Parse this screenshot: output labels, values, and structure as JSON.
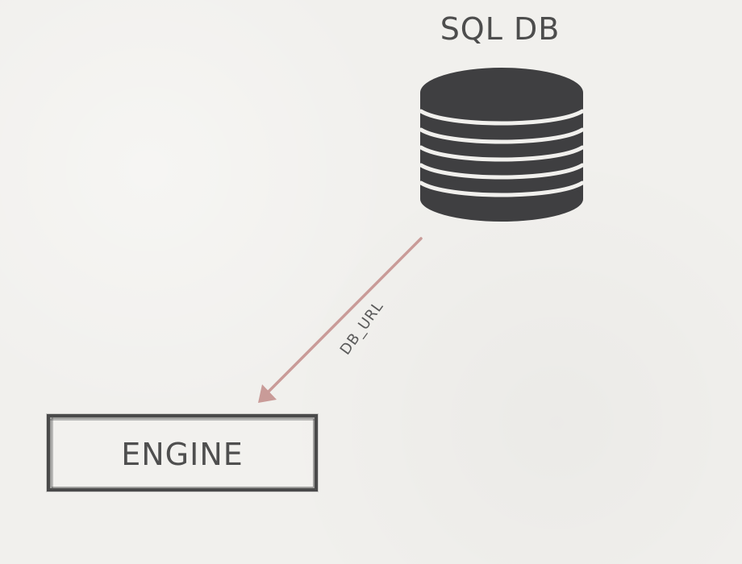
{
  "diagram": {
    "db_title": "SQL DB",
    "connection_label": "DB_URL",
    "engine_label": "ENGINE"
  },
  "colors": {
    "background": "#f1f0ed",
    "text_dark": "#4d4d4d",
    "db_fill": "#3f3f41",
    "arrow": "#c99b98"
  },
  "icons": {
    "database": "database-icon",
    "arrow": "arrow-icon"
  }
}
